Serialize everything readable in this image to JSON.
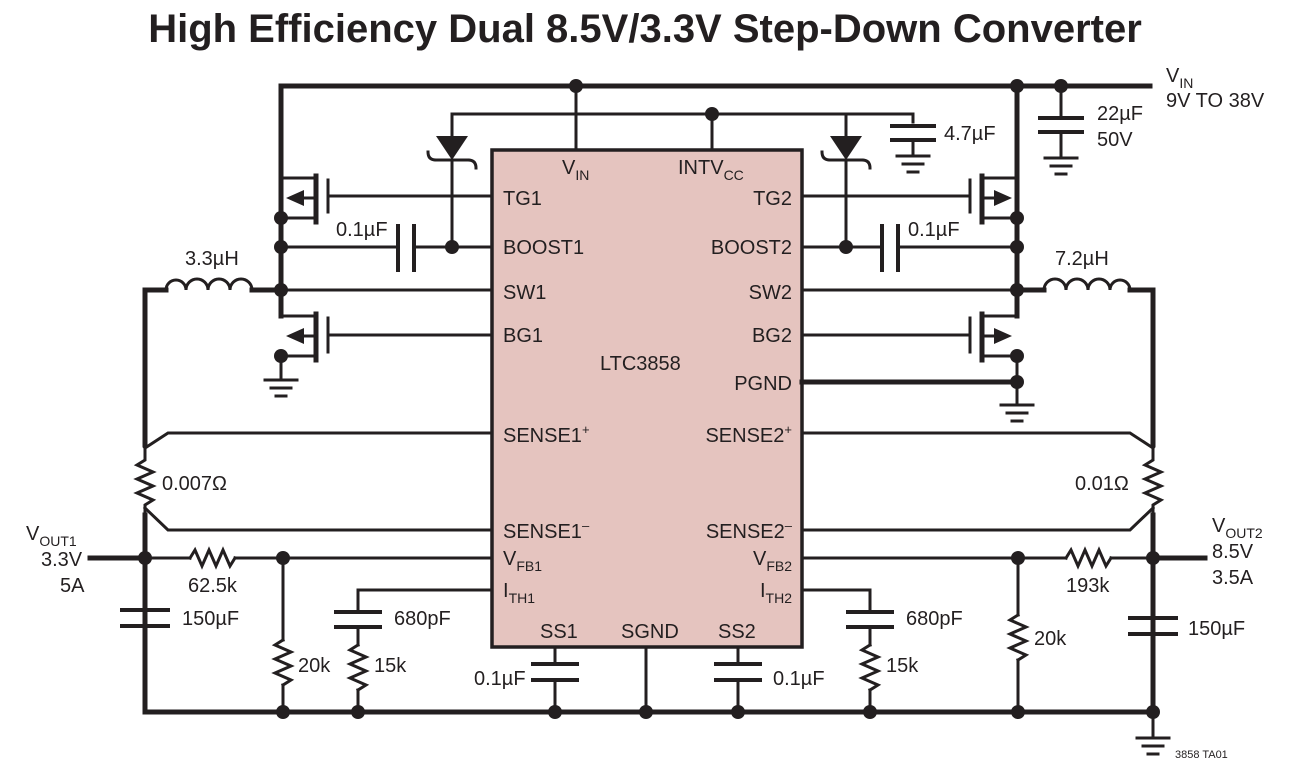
{
  "title": "High Efficiency Dual 8.5V/3.3V Step-Down Converter",
  "ic": {
    "part_number": "LTC3858",
    "pins": {
      "vin": {
        "main": "V",
        "sub": "IN"
      },
      "intvcc": {
        "main": "INTV",
        "sub": "CC"
      },
      "tg1": "TG1",
      "boost1": "BOOST1",
      "sw1": "SW1",
      "bg1": "BG1",
      "tg2": "TG2",
      "boost2": "BOOST2",
      "sw2": "SW2",
      "bg2": "BG2",
      "pgnd": "PGND",
      "sense1p": {
        "main": "SENSE1",
        "sup": "+"
      },
      "sense1n": {
        "main": "SENSE1",
        "sup": "–"
      },
      "sense2p": {
        "main": "SENSE2",
        "sup": "+"
      },
      "sense2n": {
        "main": "SENSE2",
        "sup": "–"
      },
      "vfb1": {
        "main": "V",
        "sub": "FB1"
      },
      "ith1": {
        "main": "I",
        "sub": "TH1"
      },
      "vfb2": {
        "main": "V",
        "sub": "FB2"
      },
      "ith2": {
        "main": "I",
        "sub": "TH2"
      },
      "ss1": "SS1",
      "sgnd": "SGND",
      "ss2": "SS2"
    }
  },
  "input": {
    "label_main": "V",
    "label_sub": "IN",
    "range": "9V TO 38V",
    "cap_value": "22µF",
    "cap_voltage": "50V"
  },
  "output1": {
    "label_main": "V",
    "label_sub": "OUT1",
    "voltage": "3.3V",
    "current": "5A"
  },
  "output2": {
    "label_main": "V",
    "label_sub": "OUT2",
    "voltage": "8.5V",
    "current": "3.5A"
  },
  "components": {
    "intvcc_cap": "4.7µF",
    "boost1_cap": "0.1µF",
    "boost2_cap": "0.1µF",
    "inductor1": "3.3µH",
    "inductor2": "7.2µH",
    "rsense1": "0.007Ω",
    "rsense2": "0.01Ω",
    "rfb1_top": "62.5k",
    "rfb1_bottom": "20k",
    "rfb2_top": "193k",
    "rfb2_bottom": "20k",
    "cout1": "150µF",
    "cout2": "150µF",
    "ith1_cap": "680pF",
    "ith1_res": "15k",
    "ith2_cap": "680pF",
    "ith2_res": "15k",
    "ss1_cap": "0.1µF",
    "ss2_cap": "0.1µF"
  },
  "figure_id": "3858 TA01"
}
